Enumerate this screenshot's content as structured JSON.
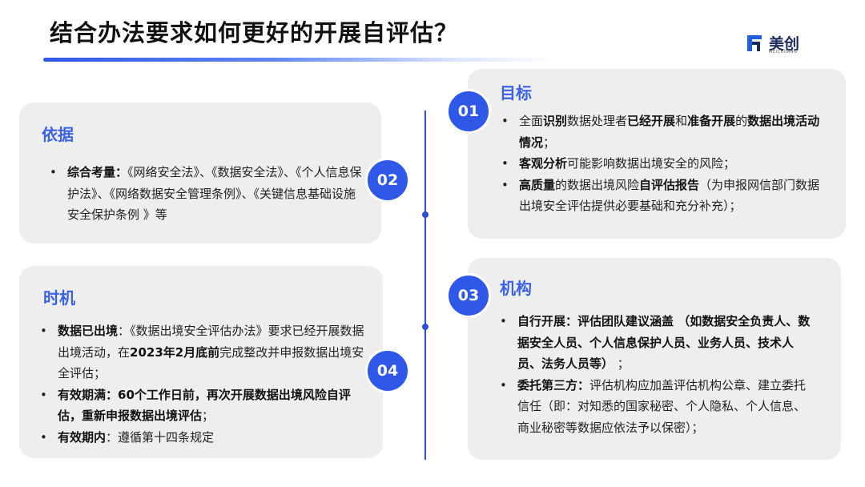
{
  "header": {
    "title": "结合办法要求如何更好的开展自评估？",
    "logo_text": "美创",
    "logo_subtext": "MEICHUANG"
  },
  "colors": {
    "accent": "#2f58e8",
    "heading": "#3b62e4",
    "card_bg": "#eeeeee"
  },
  "cards": {
    "basis": {
      "heading": "依据",
      "items": [
        [
          {
            "t": "综合考量：",
            "b": true
          },
          {
            "t": "《网络安全法》、《数据安全法》、《个人信息保护法》、《网络数据安全管理条例》、《关键信息基础设施安全保护条例 》等",
            "b": false
          }
        ]
      ]
    },
    "timing": {
      "heading": "时机",
      "items": [
        [
          {
            "t": "数据已出境",
            "b": true
          },
          {
            "t": "：《数据出境安全评估办法》要求已经开展数据出境活动，在",
            "b": false
          },
          {
            "t": "2023年2月底前",
            "b": true
          },
          {
            "t": "完成整改并申报数据出境安全评估；",
            "b": false
          }
        ],
        [
          {
            "t": "有效期满：60个工作日前，再次开展数据出境风险自评估，重新申报数据出境评估",
            "b": true
          },
          {
            "t": "；",
            "b": false
          }
        ],
        [
          {
            "t": "有效期内",
            "b": true
          },
          {
            "t": "：遵循第十四条规定",
            "b": false
          }
        ]
      ]
    },
    "goal": {
      "heading": "目标",
      "items": [
        [
          {
            "t": "全面",
            "b": false
          },
          {
            "t": "识别",
            "b": true
          },
          {
            "t": "数据处理者",
            "b": false
          },
          {
            "t": "已经开展",
            "b": true
          },
          {
            "t": "和",
            "b": false
          },
          {
            "t": "准备开展",
            "b": true
          },
          {
            "t": "的",
            "b": false
          },
          {
            "t": "数据出境活动情况",
            "b": true
          },
          {
            "t": "；",
            "b": false
          }
        ],
        [
          {
            "t": "客观分析",
            "b": true
          },
          {
            "t": "可能影响数据出境安全的风险；",
            "b": false
          }
        ],
        [
          {
            "t": "高质量",
            "b": true
          },
          {
            "t": "的数据出境风险",
            "b": false
          },
          {
            "t": "自评估报告",
            "b": true
          },
          {
            "t": "（为申报网信部门数据出境安全评估提供必要基础和充分补充）；",
            "b": false
          }
        ]
      ]
    },
    "org": {
      "heading": "机构",
      "items": [
        [
          {
            "t": "自行开展：评估团队建议涵盖 （如数据安全负责人、数据安全人员、个人信息保护人员、业务人员、技术人员、法务人员等）",
            "b": true
          },
          {
            "t": " ；",
            "b": false
          }
        ],
        [
          {
            "t": "委托第三方：",
            "b": true
          },
          {
            "t": "评估机构应加盖评估机构公章、建立委托信任（即：对知悉的国家秘密、个人隐私、个人信息、商业秘密等数据应依法予以保密）；",
            "b": false
          }
        ]
      ]
    }
  },
  "timeline": {
    "badges": [
      "01",
      "02",
      "03",
      "04"
    ]
  }
}
